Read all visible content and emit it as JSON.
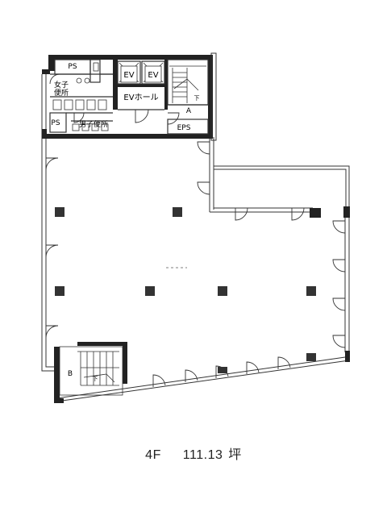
{
  "rooms": {
    "ps_top": "PS",
    "womens_restroom": "女子\n便所",
    "ps_left": "PS",
    "mens_restroom": "男子便所",
    "elevator_1": "EV",
    "elevator_2": "EV",
    "ev_hall": "EVホール",
    "stair_a": "A",
    "eps": "EPS",
    "stair_b": "B",
    "stair_arrow_a": "下",
    "stair_arrow_b": "下"
  },
  "caption": {
    "floor": "4F",
    "area": "111.13 坪"
  },
  "colors": {
    "wall": "#222222",
    "line": "#333333",
    "background": "#ffffff"
  }
}
